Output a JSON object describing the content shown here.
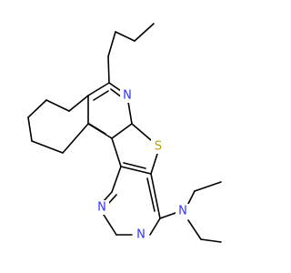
{
  "molecule": {
    "atoms": {
      "n_pyridine": "N",
      "sulfur": "S",
      "n_pyrimidine_1": "N",
      "n_pyrimidine_2": "N",
      "n_amine": "N"
    }
  },
  "colors": {
    "nitrogen": "#3333ff",
    "sulfur": "#b3a300",
    "bond": "#000000",
    "background": "#ffffff"
  }
}
